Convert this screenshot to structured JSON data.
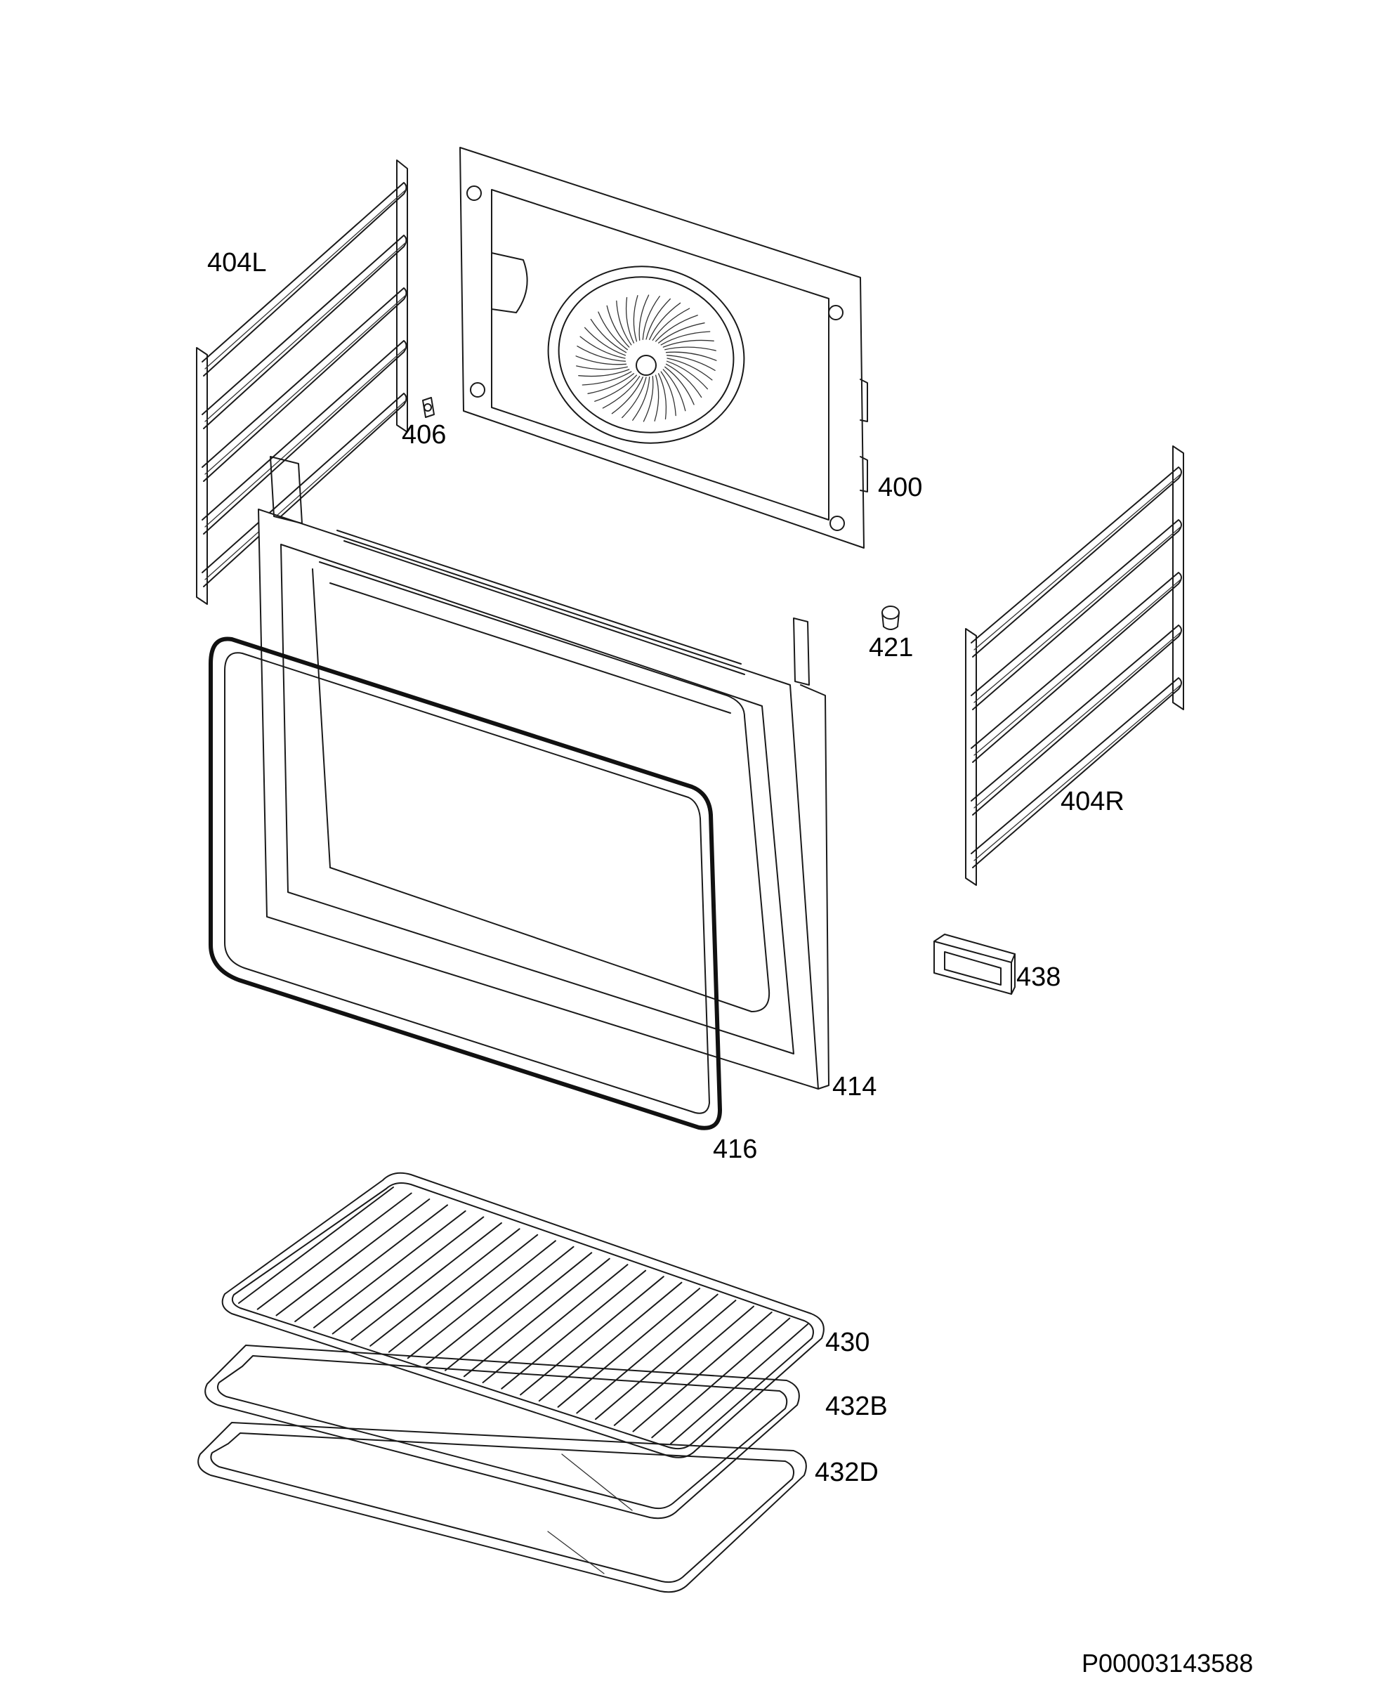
{
  "colors": {
    "line": "#1a1a1a",
    "background": "#ffffff",
    "text": "#000000"
  },
  "labels": {
    "p400": "400",
    "p404L": "404L",
    "p404R": "404R",
    "p406": "406",
    "p414": "414",
    "p416": "416",
    "p421": "421",
    "p430": "430",
    "p432B": "432B",
    "p432D": "432D",
    "p438": "438"
  },
  "document_id": "P00003143588"
}
